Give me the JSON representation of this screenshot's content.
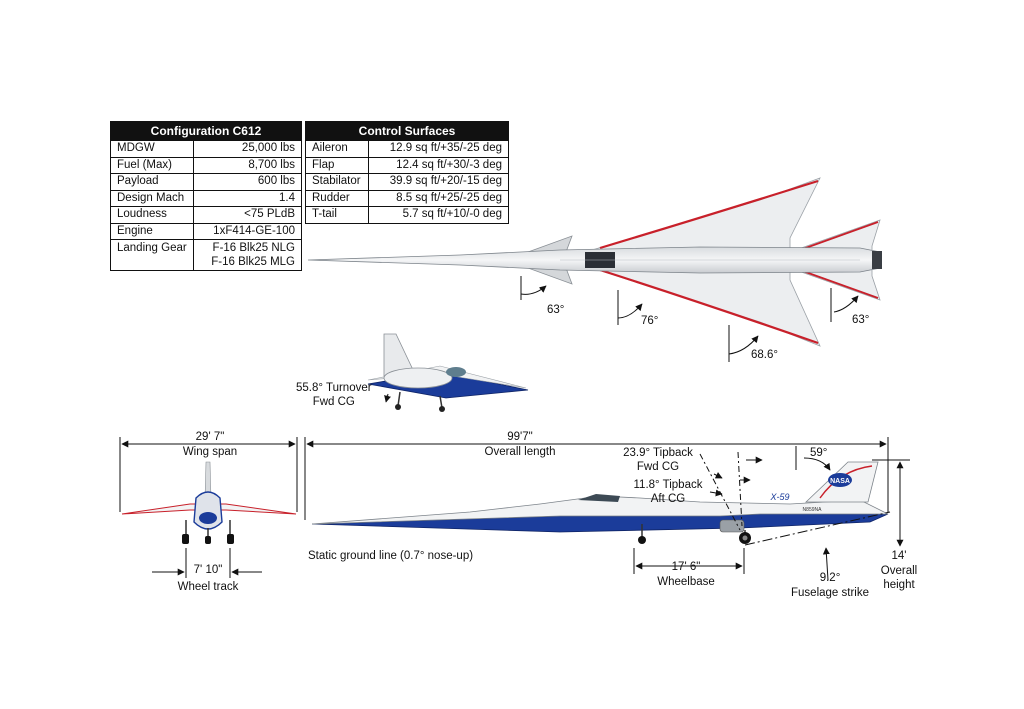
{
  "config_table": {
    "title": "Configuration C612",
    "rows": [
      {
        "label": "MDGW",
        "value": "25,000 lbs"
      },
      {
        "label": "Fuel (Max)",
        "value": "8,700 lbs"
      },
      {
        "label": "Payload",
        "value": "600 lbs"
      },
      {
        "label": "Design Mach",
        "value": "1.4"
      },
      {
        "label": "Loudness",
        "value": "<75 PLdB"
      },
      {
        "label": "Engine",
        "value": "1xF414-GE-100"
      },
      {
        "label": "Landing Gear",
        "value_line1": "F-16 Blk25 NLG",
        "value_line2": "F-16 Blk25 MLG"
      }
    ]
  },
  "control_table": {
    "title": "Control Surfaces",
    "rows": [
      {
        "label": "Aileron",
        "value": "12.9 sq ft/+35/-25 deg"
      },
      {
        "label": "Flap",
        "value": "12.4 sq ft/+30/-3 deg"
      },
      {
        "label": "Stabilator",
        "value": "39.9 sq ft/+20/-15 deg"
      },
      {
        "label": "Rudder",
        "value": "8.5 sq ft/+25/-25 deg"
      },
      {
        "label": "T-tail",
        "value": "5.7 sq ft/+10/-0 deg"
      }
    ]
  },
  "top_view": {
    "angle_canard": "63°",
    "angle_wing_inner": "76°",
    "angle_wing_outer": "68.6°",
    "angle_tail": "63°"
  },
  "turnover": {
    "line1": "55.8° Turnover",
    "line2": "Fwd CG"
  },
  "front_view": {
    "wing_span_value": "29' 7\"",
    "wing_span_label": "Wing span",
    "wheel_track_value": "7' 10\"",
    "wheel_track_label": "Wheel track"
  },
  "side_view": {
    "overall_length_value": "99'7\"",
    "overall_length_label": "Overall length",
    "tipback_fwd_line1": "23.9° Tipback",
    "tipback_fwd_line2": "Fwd CG",
    "tipback_aft_line1": "11.8° Tipback",
    "tipback_aft_line2": "Aft CG",
    "tail_angle": "59°",
    "ground_line": "Static ground line (0.7° nose-up)",
    "wheelbase_value": "17' 6\"",
    "wheelbase_label": "Wheelbase",
    "fuselage_strike_value": "9.2°",
    "fuselage_strike_label": "Fuselage strike",
    "height_value": "14'",
    "height_label_line1": "Overall",
    "height_label_line2": "height",
    "aircraft_name": "X-59",
    "agency_logo": "NASA",
    "tail_number": "N859NA"
  },
  "colors": {
    "fuselage_white": "#f2f3f4",
    "belly_blue": "#1b3c9a",
    "stripe_red": "#c8202a",
    "ink": "#111111"
  }
}
